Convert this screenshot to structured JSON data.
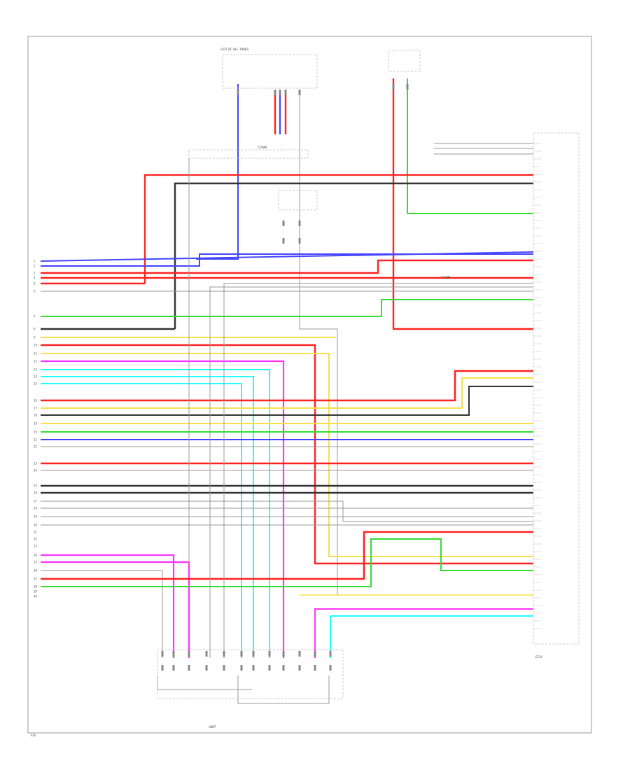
{
  "colors": {
    "red": "#ff2222",
    "blue": "#4444ff",
    "green": "#33dd33",
    "yellow": "#f5e04a",
    "cyan": "#22ffff",
    "magenta": "#ff33ff",
    "black": "#333333",
    "gray": "#9a9a9a",
    "frame": "#999999"
  },
  "labels": {
    "left_connector_pins": [
      "1",
      "2",
      "3",
      "4",
      "5",
      "6",
      "7",
      "8",
      "9",
      "10",
      "11",
      "12",
      "13",
      "14",
      "15",
      "16",
      "17",
      "18",
      "19",
      "20",
      "21",
      "22",
      "23",
      "24",
      "25",
      "26",
      "27",
      "28",
      "29",
      "30",
      "31",
      "32",
      "33",
      "34",
      "35",
      "36",
      "37",
      "38",
      "39",
      "40"
    ],
    "top_fuse_block": "HOT AT ALL TIMES",
    "splice_upper": "CONN",
    "splice_lower": "CONN",
    "right_ecu": "ECU",
    "bottom_unit": "UNIT",
    "page_ref": "FIG"
  }
}
